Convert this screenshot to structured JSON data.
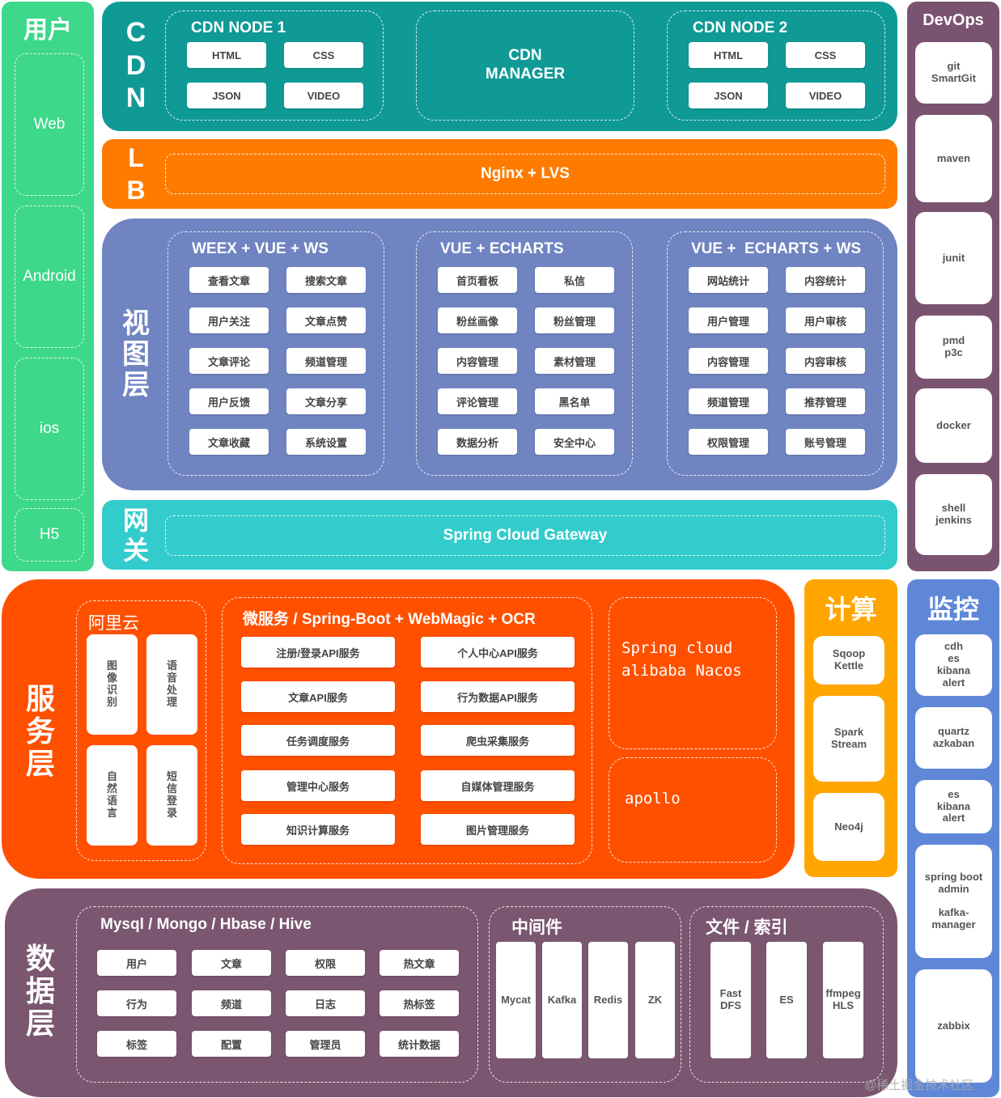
{
  "colors": {
    "user": "#3dd88a",
    "cdn": "#0f9a96",
    "lb": "#ff7b00",
    "view": "#6f84c0",
    "gateway": "#33cccc",
    "devops": "#7a5370",
    "service": "#ff5000",
    "compute": "#ffa500",
    "monitor": "#5f87d8",
    "data": "#7a5670"
  },
  "user": {
    "title": "用户",
    "items": [
      "Web",
      "Android",
      "ios",
      "H5"
    ]
  },
  "cdn": {
    "label": "CDN",
    "node1": {
      "title": "CDN NODE 1",
      "chips": [
        "HTML",
        "CSS",
        "JSON",
        "VIDEO"
      ]
    },
    "manager": "CDN\nMANAGER",
    "node2": {
      "title": "CDN NODE 2",
      "chips": [
        "HTML",
        "CSS",
        "JSON",
        "VIDEO"
      ]
    }
  },
  "lb": {
    "label": "LB",
    "text": "Nginx + LVS"
  },
  "view": {
    "label": "视图层",
    "groups": [
      {
        "title": "WEEX + VUE + WS",
        "items": [
          "查看文章",
          "搜索文章",
          "用户关注",
          "文章点赞",
          "文章评论",
          "频道管理",
          "用户反馈",
          "文章分享",
          "文章收藏",
          "系统设置"
        ]
      },
      {
        "title": "VUE + ECHARTS",
        "items": [
          "首页看板",
          "私信",
          "粉丝画像",
          "粉丝管理",
          "内容管理",
          "素材管理",
          "评论管理",
          "黑名单",
          "数据分析",
          "安全中心"
        ]
      },
      {
        "title": "VUE +  ECHARTS + WS",
        "items": [
          "网站统计",
          "内容统计",
          "用户管理",
          "用户审核",
          "内容管理",
          "内容审核",
          "频道管理",
          "推荐管理",
          "权限管理",
          "账号管理"
        ]
      }
    ]
  },
  "gateway": {
    "label": "网关",
    "text": "Spring Cloud Gateway"
  },
  "devops": {
    "title": "DevOps",
    "items": [
      "git\nSmartGit",
      "maven",
      "junit",
      "pmd\np3c",
      "docker",
      "shell\njenkins"
    ]
  },
  "service": {
    "label": "服务层",
    "aliyun": {
      "title": "阿里云",
      "items": [
        "图像识别",
        "语音处理",
        "自然语言",
        "短信登录"
      ]
    },
    "micro": {
      "title": "微服务 / Spring-Boot + WebMagic + OCR",
      "items": [
        "注册/登录API服务",
        "个人中心API服务",
        "文章API服务",
        "行为数据API服务",
        "任务调度服务",
        "爬虫采集服务",
        "管理中心服务",
        "自媒体管理服务",
        "知识计算服务",
        "图片管理服务"
      ]
    },
    "nacos": "Spring cloud\nalibaba Nacos",
    "apollo": "apollo"
  },
  "compute": {
    "title": "计算",
    "items": [
      "Sqoop\nKettle",
      "Spark\nStream",
      "Neo4j"
    ]
  },
  "monitor": {
    "title": "监控",
    "items": [
      "cdh\nes\nkibana\nalert",
      "quartz\nazkaban",
      "es\nkibana\nalert",
      "spring boot\nadmin\n\nkafka-\nmanager",
      "zabbix"
    ]
  },
  "data": {
    "label": "数据层",
    "db": {
      "title": "Mysql / Mongo / Hbase / Hive",
      "items": [
        "用户",
        "文章",
        "权限",
        "热文章",
        "行为",
        "频道",
        "日志",
        "热标签",
        "标签",
        "配置",
        "管理员",
        "统计数据"
      ]
    },
    "middleware": {
      "title": "中间件",
      "items": [
        "Mycat",
        "Kafka",
        "Redis",
        "ZK"
      ]
    },
    "files": {
      "title": "文件 / 索引",
      "items": [
        "Fast\nDFS",
        "ES",
        "ffmpeg\nHLS"
      ]
    }
  },
  "watermark": "@稀土掘金技术社区"
}
